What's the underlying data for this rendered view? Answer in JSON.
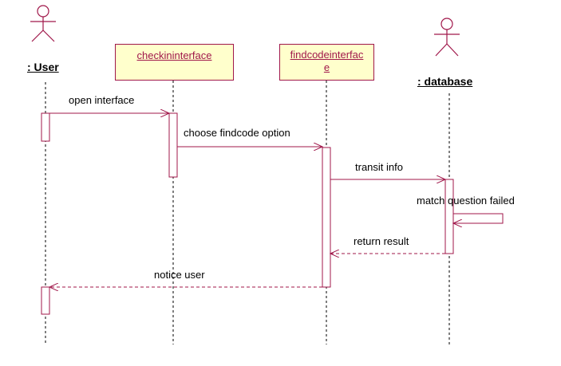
{
  "participants": {
    "user": {
      "label": ": User",
      "kind": "actor"
    },
    "checkin": {
      "label": "checkininterface",
      "kind": "object"
    },
    "findcode": {
      "label_line1": "findcodeinterfac",
      "label_line2": "e",
      "kind": "object"
    },
    "database": {
      "label": ": database",
      "kind": "actor"
    }
  },
  "messages": {
    "m1": {
      "text": "open interface",
      "style": "sync"
    },
    "m2": {
      "text": "choose findcode option",
      "style": "sync"
    },
    "m3": {
      "text": "transit info",
      "style": "sync"
    },
    "m4": {
      "text": "match question failed",
      "style": "self"
    },
    "m5": {
      "text": "return result",
      "style": "return"
    },
    "m6": {
      "text": "notice user",
      "style": "return"
    }
  },
  "colors": {
    "line": "#a0174a",
    "box_fill": "#ffffcc",
    "activation_fill": "#ffffff",
    "text": "#000000"
  }
}
